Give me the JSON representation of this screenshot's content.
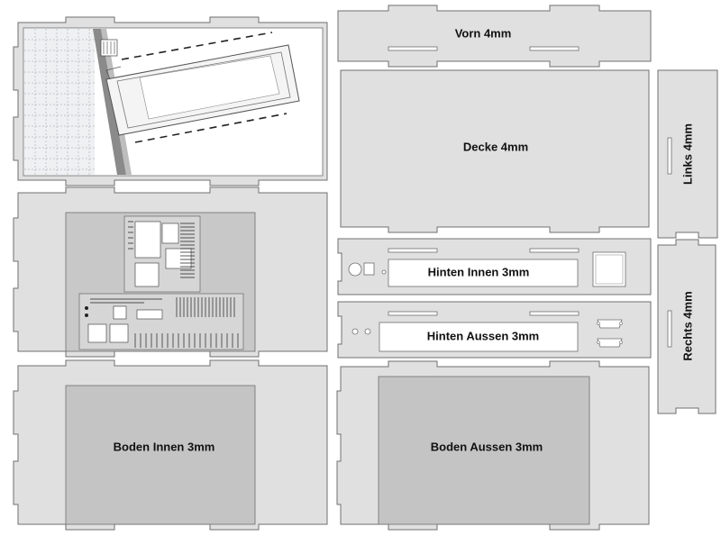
{
  "colors": {
    "panel": "#e0e0e0",
    "outline": "#6f6f6f",
    "cutout": "#ffffff",
    "floor_inset": "#c4c4c4",
    "pcb_area": "#c8c8c8"
  },
  "labels": {
    "vorn": "Vorn  4mm",
    "decke": "Decke  4mm",
    "links": "Links 4mm",
    "rechts": "Rechts 4mm",
    "hinten_innen": "Hinten Innen 3mm",
    "hinten_aussen": "Hinten Aussen 3mm",
    "boden_innen": "Boden Innen 3mm",
    "boden_aussen": "Boden Aussen 3mm"
  },
  "icons": {
    "scene": "train-carriage-drawing",
    "pcb": "circuit-board-drawing",
    "connector": "dsub-connector"
  }
}
